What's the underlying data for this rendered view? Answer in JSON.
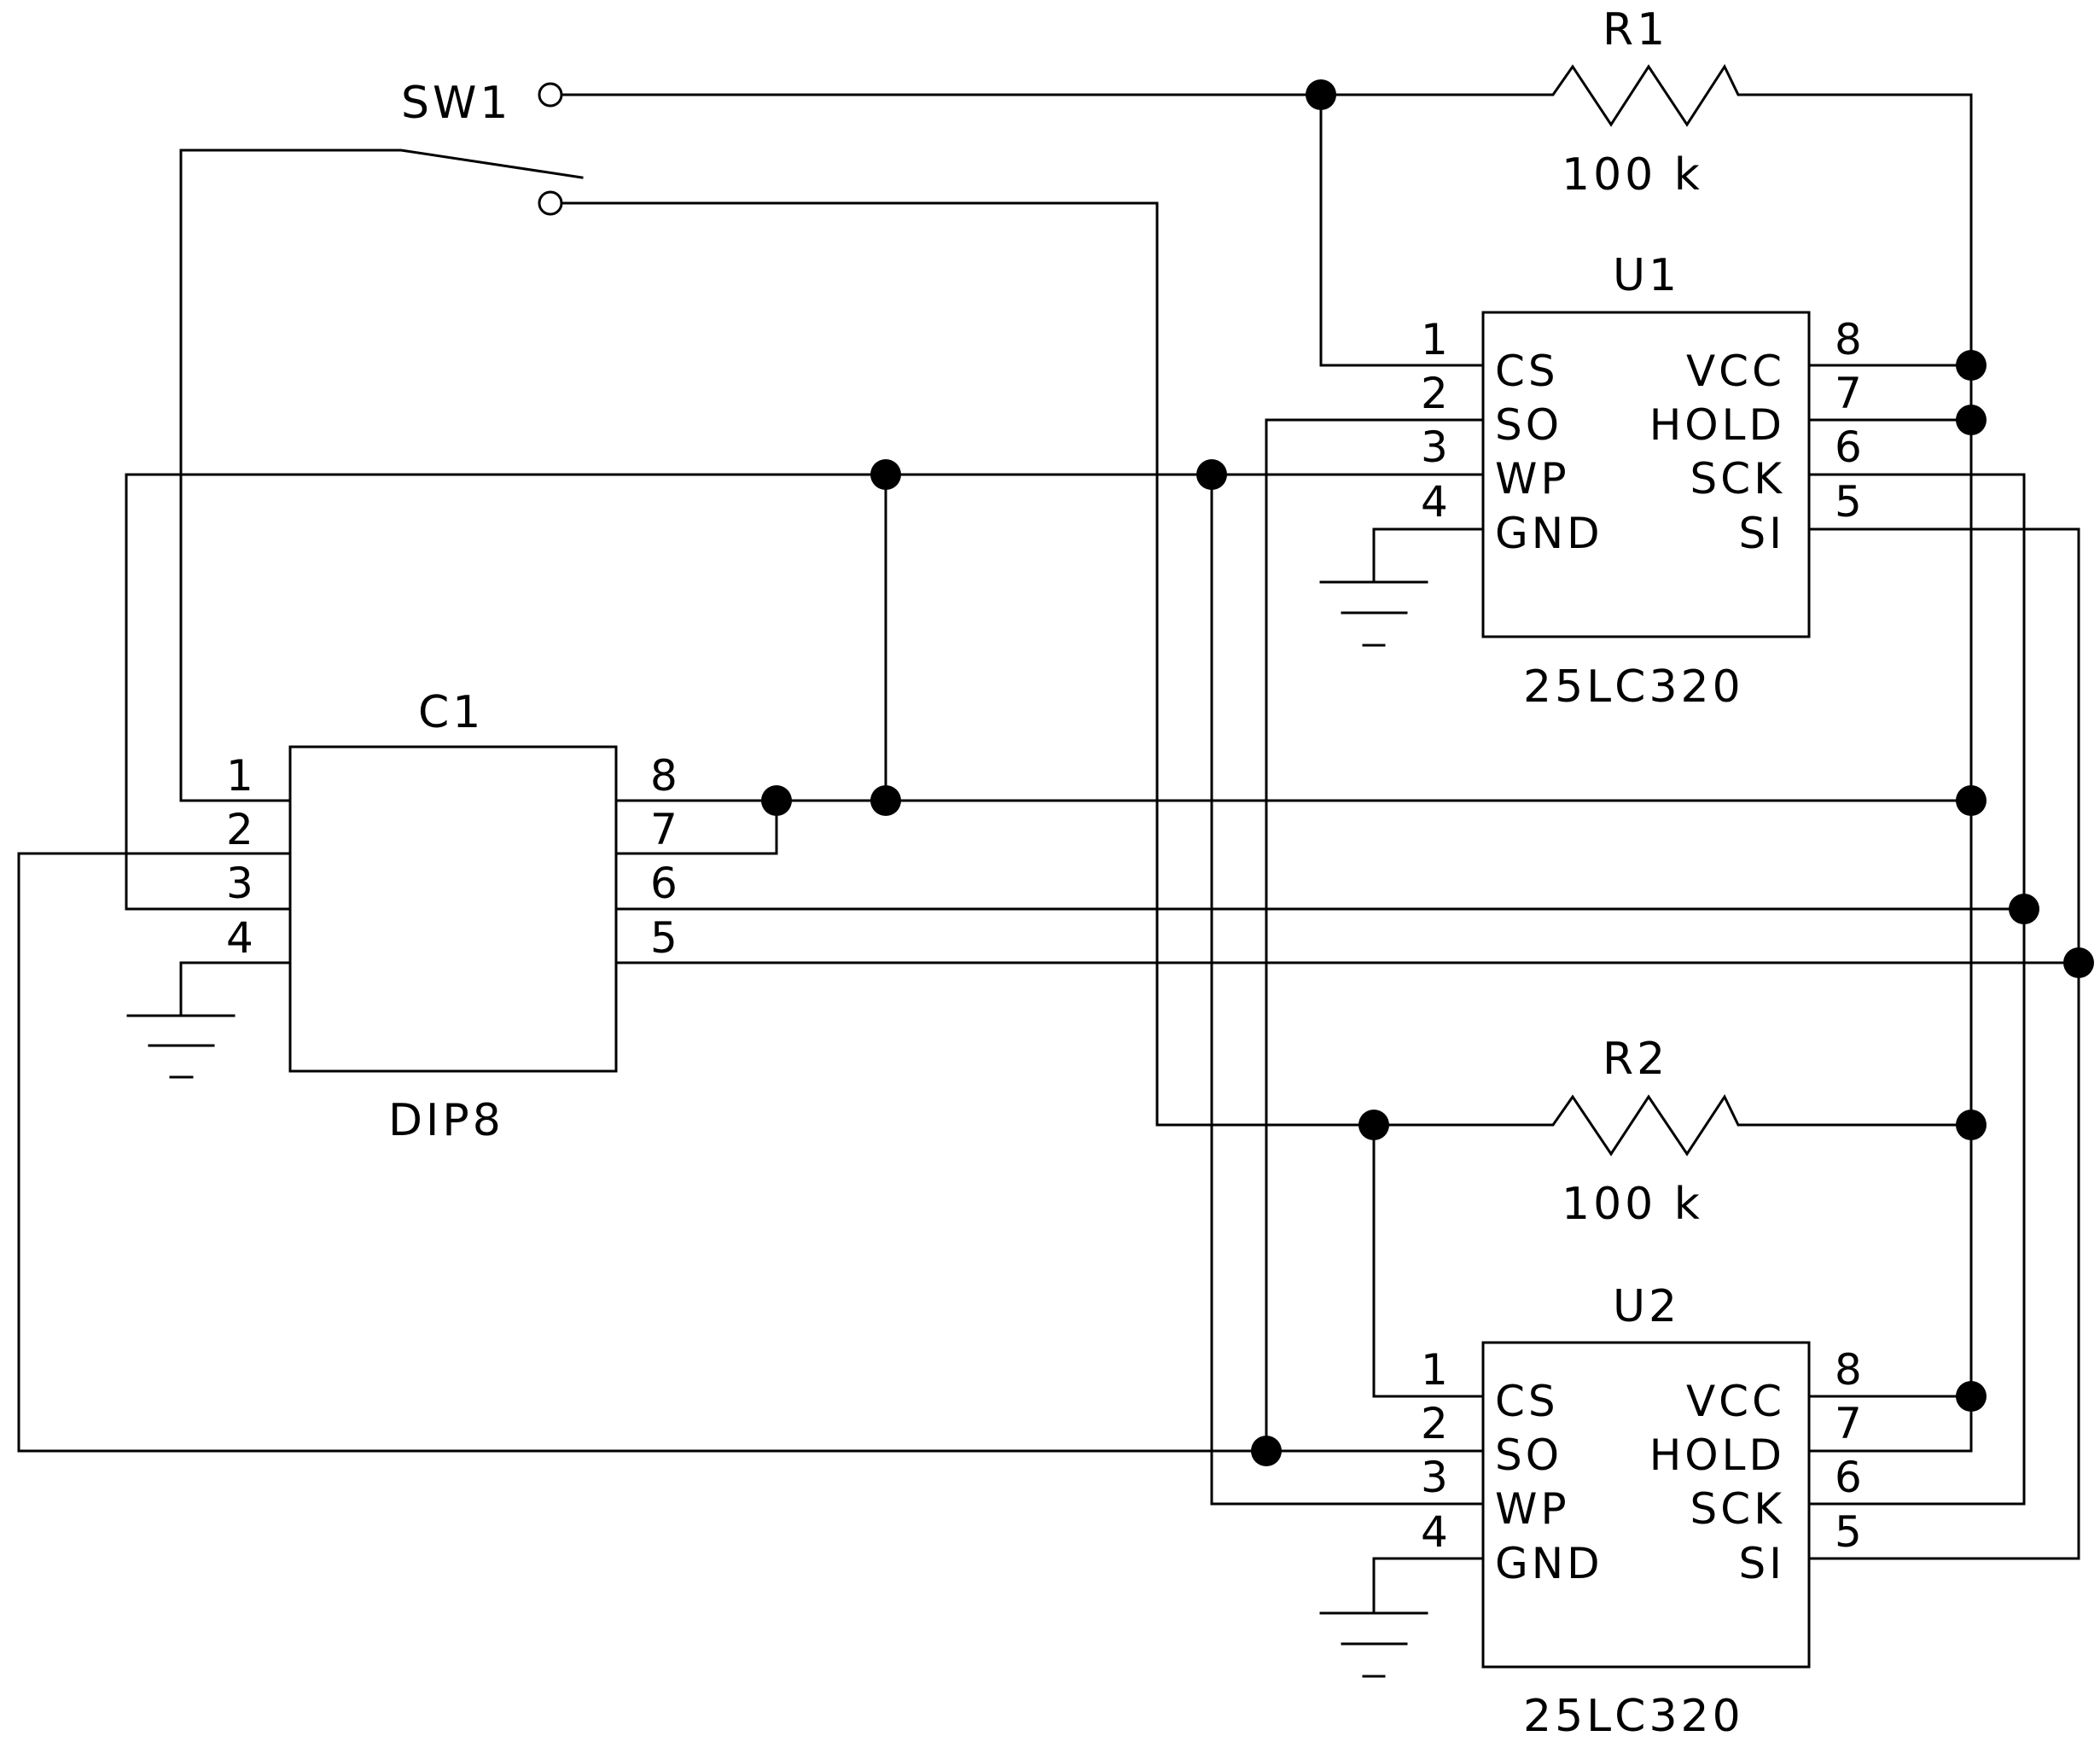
{
  "switch": {
    "ref": "SW1"
  },
  "resistors": [
    {
      "ref": "R1",
      "value": "100 k"
    },
    {
      "ref": "R2",
      "value": "100 k"
    }
  ],
  "connector": {
    "ref": "C1",
    "part": "DIP8",
    "left_pins": [
      "1",
      "2",
      "3",
      "4"
    ],
    "right_pins": [
      "8",
      "7",
      "6",
      "5"
    ]
  },
  "chips": [
    {
      "ref": "U1",
      "part": "25LC320",
      "left_pins": [
        {
          "num": "1",
          "name": "CS"
        },
        {
          "num": "2",
          "name": "SO"
        },
        {
          "num": "3",
          "name": "WP"
        },
        {
          "num": "4",
          "name": "GND"
        }
      ],
      "right_pins": [
        {
          "num": "8",
          "name": "VCC"
        },
        {
          "num": "7",
          "name": "HOLD"
        },
        {
          "num": "6",
          "name": "SCK"
        },
        {
          "num": "5",
          "name": "SI"
        }
      ]
    },
    {
      "ref": "U2",
      "part": "25LC320",
      "left_pins": [
        {
          "num": "1",
          "name": "CS"
        },
        {
          "num": "2",
          "name": "SO"
        },
        {
          "num": "3",
          "name": "WP"
        },
        {
          "num": "4",
          "name": "GND"
        }
      ],
      "right_pins": [
        {
          "num": "8",
          "name": "VCC"
        },
        {
          "num": "7",
          "name": "HOLD"
        },
        {
          "num": "6",
          "name": "SCK"
        },
        {
          "num": "5",
          "name": "SI"
        }
      ]
    }
  ]
}
